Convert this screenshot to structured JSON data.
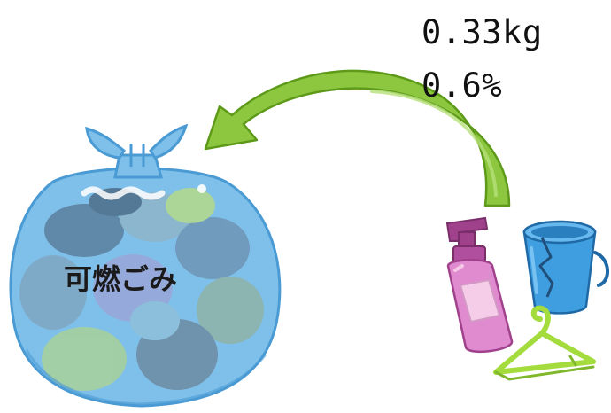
{
  "stats": {
    "weight": "0.33kg",
    "percent": "0.6%"
  },
  "bag": {
    "label": "可燃ごみ"
  },
  "items": [
    "pump-bottle-icon",
    "broken-bucket-icon",
    "clothes-hanger-icon"
  ],
  "colors": {
    "bag": "#7fc0ea",
    "bag_outline": "#4a9ad4",
    "arrow": "#8dc63f",
    "arrow_dark": "#5e9a1a",
    "bottle": "#e08ad0",
    "bucket": "#3f9ee0",
    "hanger": "#a3dc3c"
  }
}
